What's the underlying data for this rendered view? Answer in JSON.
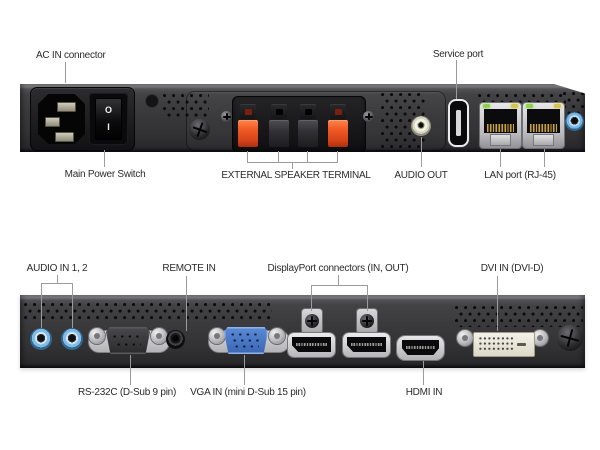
{
  "top_panel": {
    "labels": {
      "ac_in": "AC IN connector",
      "service_port": "Service port",
      "main_power": "Main Power Switch",
      "speaker_terminal": "EXTERNAL SPEAKER TERMINAL",
      "audio_out": "AUDIO OUT",
      "lan": "LAN port (RJ-45)"
    },
    "power_switch": {
      "off": "O",
      "on": "I"
    }
  },
  "bottom_panel": {
    "labels": {
      "audio_in": "AUDIO IN 1, 2",
      "remote_in": "REMOTE IN",
      "displayport": "DisplayPort connectors (IN, OUT)",
      "dvi_in": "DVI IN (DVI-D)",
      "rs232c": "RS-232C (D-Sub 9 pin)",
      "vga_in": "VGA IN (mini D-Sub 15 pin)",
      "hdmi_in": "HDMI IN"
    }
  },
  "colors": {
    "panel_face": "#3a3a3d",
    "accent_orange": "#f05a26",
    "jack_blue": "#82bce6",
    "vga_blue": "#4679c8",
    "led_green": "#8fd14f",
    "led_yellow": "#d6c44c",
    "dvi_cream": "#ede9da",
    "audio_out_ring": "#f2f2e4",
    "label_text": "#2b2b2b",
    "leader_line": "#9b9b9b"
  }
}
